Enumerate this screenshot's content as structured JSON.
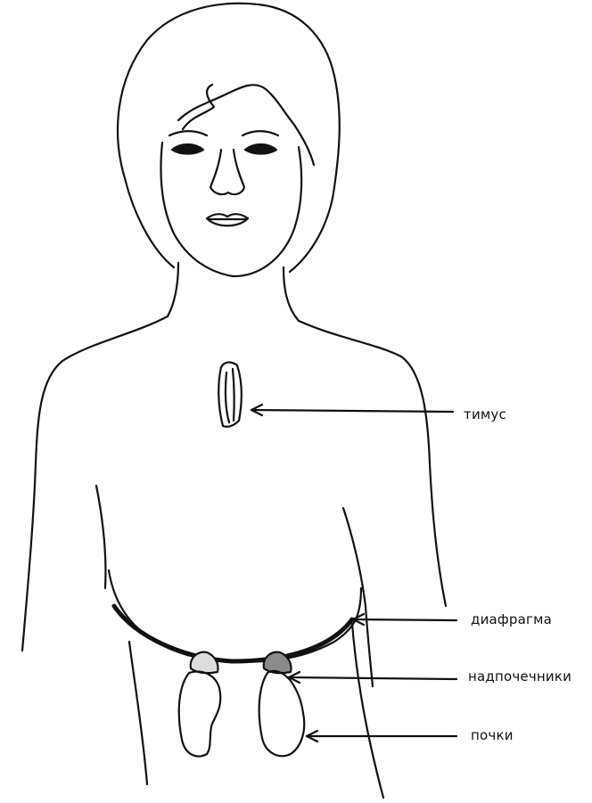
{
  "labels": {
    "thymus": "тимус",
    "diaphragm": "диафрагма",
    "adrenal_glands": "надпочечники",
    "kidneys": "почки"
  },
  "colors": {
    "line": "#111111",
    "background": "#ffffff",
    "adrenal_fill": "#8a8a8a"
  }
}
